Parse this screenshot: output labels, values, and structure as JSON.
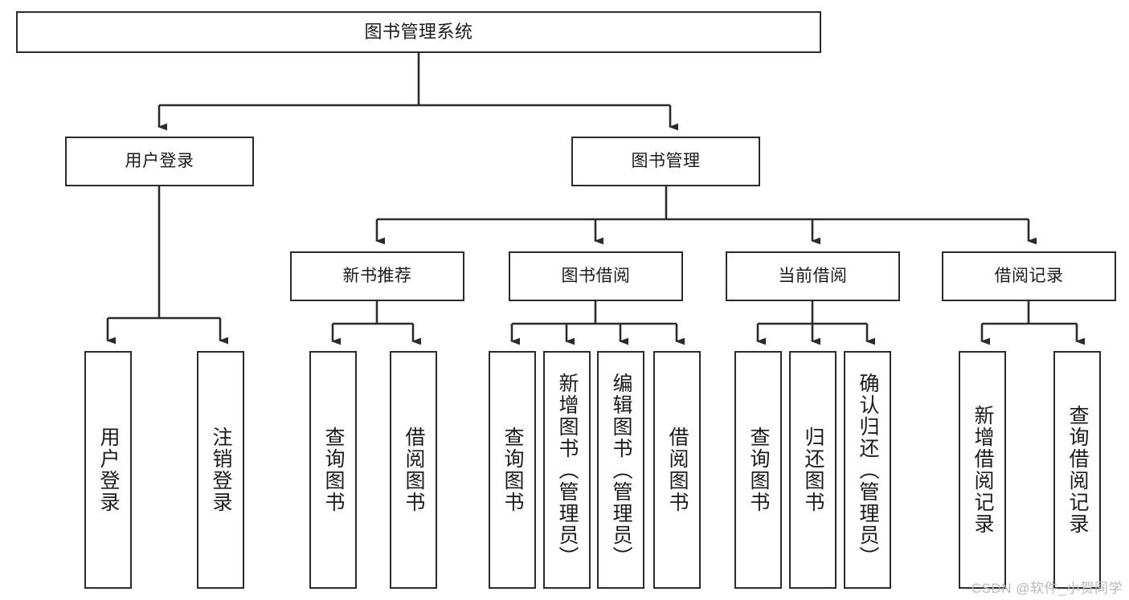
{
  "diagram": {
    "title": "图书管理系统",
    "type": "tree-hierarchy-chart",
    "watermark": "CSDN @软件_小贺同学",
    "stroke_color": "#2b2b2b",
    "background_color": "#ffffff",
    "text_color": "#1b1b1b"
  },
  "nodes": {
    "root": {
      "label": "图书管理系统"
    },
    "level1": [
      {
        "label": "用户登录"
      },
      {
        "label": "图书管理"
      }
    ],
    "level2": [
      {
        "label": "新书推荐"
      },
      {
        "label": "图书借阅"
      },
      {
        "label": "当前借阅"
      },
      {
        "label": "借阅记录"
      }
    ],
    "leaves": {
      "user_login": [
        {
          "label": "用户登录"
        },
        {
          "label": "注销登录"
        }
      ],
      "new_book_recommend": [
        {
          "label": "查询图书"
        },
        {
          "label": "借阅图书"
        }
      ],
      "book_borrow": [
        {
          "label": "查询图书"
        },
        {
          "label": "新增图书（管理员）"
        },
        {
          "label": "编辑图书（管理员）"
        },
        {
          "label": "借阅图书"
        }
      ],
      "current_borrow": [
        {
          "label": "查询图书"
        },
        {
          "label": "归还图书"
        },
        {
          "label": "确认归还（管理员）"
        }
      ],
      "borrow_record": [
        {
          "label": "新增借阅记录"
        },
        {
          "label": "查询借阅记录"
        }
      ]
    }
  }
}
